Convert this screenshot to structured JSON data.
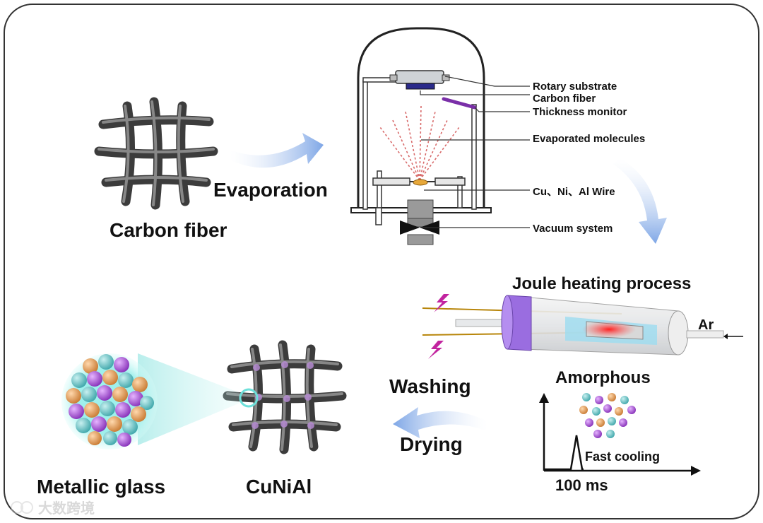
{
  "labels": {
    "carbon_fiber": "Carbon fiber",
    "evaporation": "Evaporation",
    "joule_heating": "Joule heating process",
    "amorphous": "Amorphous",
    "washing": "Washing",
    "drying": "Drying",
    "metallic_glass": "Metallic glass",
    "cuniai": "CuNiAl",
    "fast_cooling": "Fast cooling",
    "time_100ms": "100 ms",
    "ar": "Ar"
  },
  "chamber_labels": {
    "rotary_substrate": "Rotary substrate",
    "carbon_fiber": "Carbon fiber",
    "thickness_monitor": "Thickness monitor",
    "evaporated_molecules": "Evaporated molecules",
    "wires": "Cu、Ni、Al Wire",
    "vacuum_system": "Vacuum system"
  },
  "watermark": "大数跨境",
  "colors": {
    "arrow_blue": "#8fb6ea",
    "fiber_gray": "#4d4d4d",
    "tube_purple": "#9a6de0",
    "heat_red": "#f02a2a",
    "atom_cyan": "#66c6c8",
    "atom_orange": "#e29a52",
    "atom_purple": "#a54bd1",
    "lightning_magenta": "#c2249f"
  }
}
